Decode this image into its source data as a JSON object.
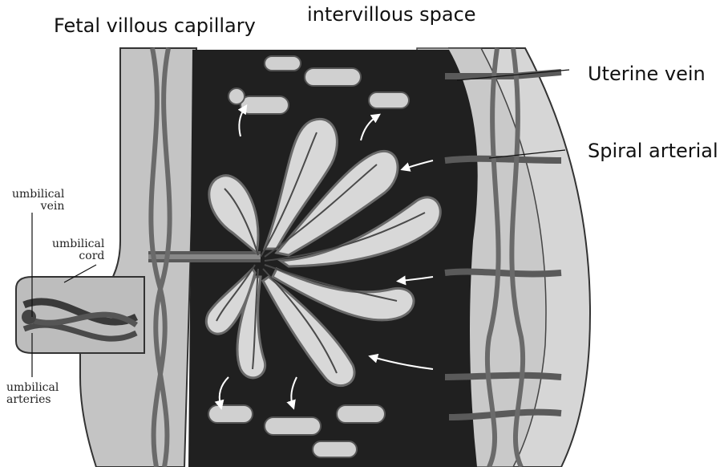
{
  "labels": {
    "fetal_villous_capillary": "Fetal villous capillary",
    "intervillous_space": "intervillous space",
    "uterine_vein": "Uterine vein",
    "spiral_arterial": "Spiral arterial",
    "umbilical_vein": [
      "umbilical",
      "vein"
    ],
    "umbilical_cord": [
      "umbilical",
      "cord"
    ],
    "umbilical_arteries": [
      "umbilical",
      "arteries"
    ]
  },
  "colors": {
    "intervillous_space": "#202020",
    "decidua": "#c9c9c9",
    "villus_fill": "#d8d8d8",
    "vessel": "#5a5a5a",
    "background": "#ffffff"
  }
}
